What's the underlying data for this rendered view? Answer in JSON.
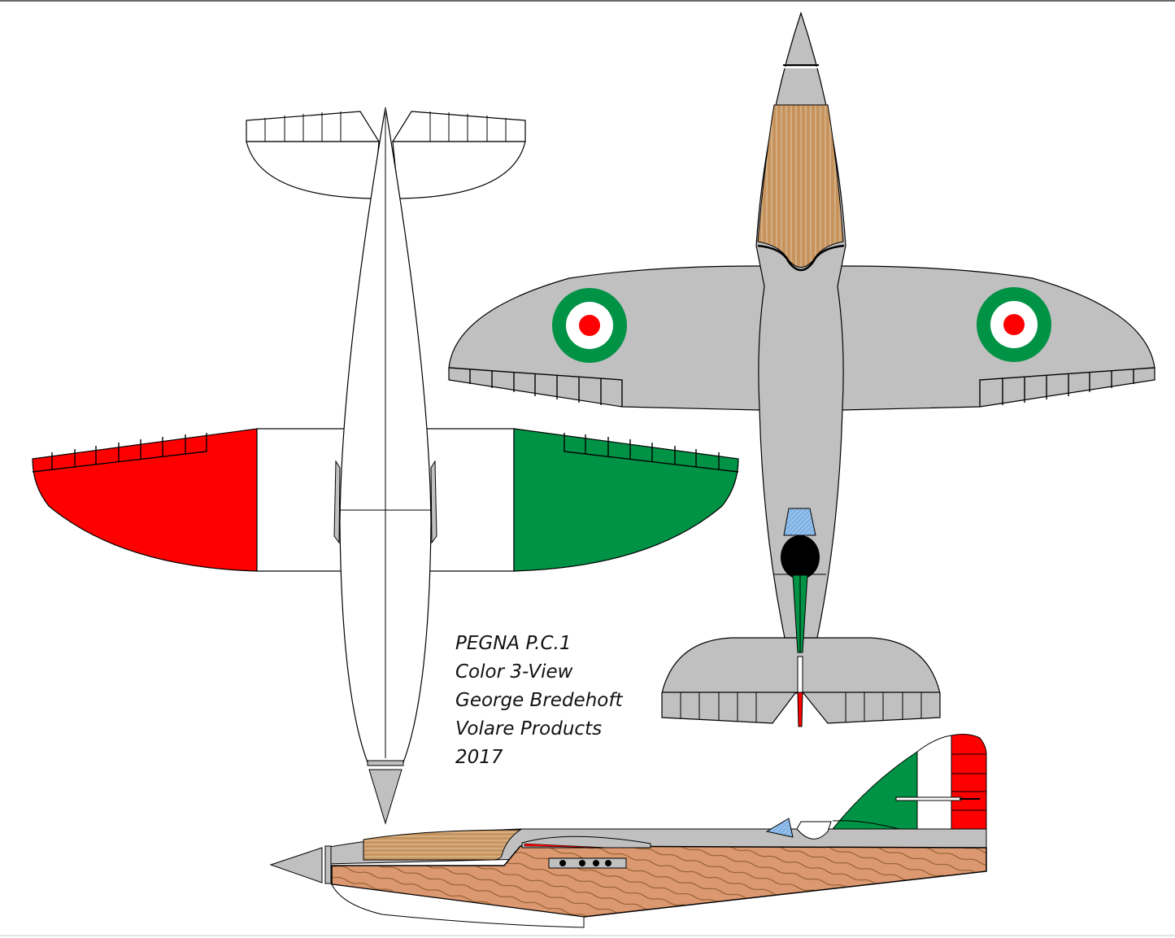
{
  "title_block": {
    "line1": "PEGNA P.C.1",
    "line2": "Color 3-View",
    "line3": "George Bredehoft",
    "line4": "Volare Products",
    "line5": "2017"
  },
  "views": {
    "bottom_view": "underside view with tricolor wing",
    "top_view": "top view with roundels",
    "side_view": "side profile with tricolor rudder"
  },
  "colors": {
    "grey": "#c0c0c0",
    "red": "#ff0000",
    "white": "#ffffff",
    "green": "#009245",
    "wood_light": "#c8945e",
    "wood_side": "#dc9870",
    "canopy_blue": "#7fb2e5",
    "outline": "#000000"
  }
}
